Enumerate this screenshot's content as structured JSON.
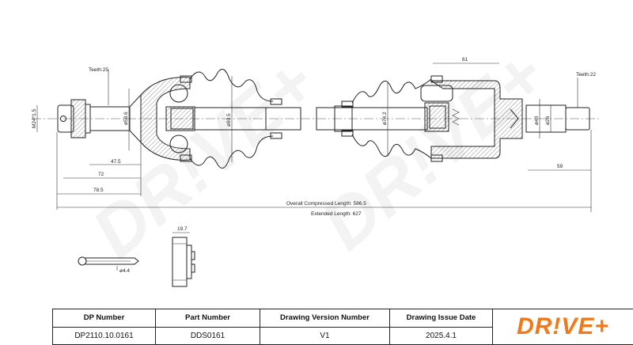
{
  "drawing": {
    "left_teeth": "Teeth:25",
    "right_teeth": "Teeth:22",
    "thread": "M24*1.5",
    "dia_58_6": "ø58.6",
    "dia_80_5": "ø80.5",
    "dia_74_2": "ø74.2",
    "dia_40": "ø40",
    "dia_26": "ø26",
    "dim_47_5": "47.5",
    "dim_72": "72",
    "dim_78_5": "78.5",
    "dim_61": "61",
    "dim_59": "59",
    "overall_compressed": "Overall  Compressed  Length: 586.5",
    "extended": "Extended  Length: 627",
    "pin_dia": "ø4.4",
    "nut_width": "19.7",
    "watermark": "DR!VE+"
  },
  "title_block": {
    "headers": [
      "DP Number",
      "Part Number",
      "Drawing Version Number",
      "Drawing Issue Date"
    ],
    "values": [
      "DP2110.10.0161",
      "DDS0161",
      "V1",
      "2025.4.1"
    ],
    "logo": "DR!VE+"
  },
  "colors": {
    "brand": "#f07a1a"
  }
}
